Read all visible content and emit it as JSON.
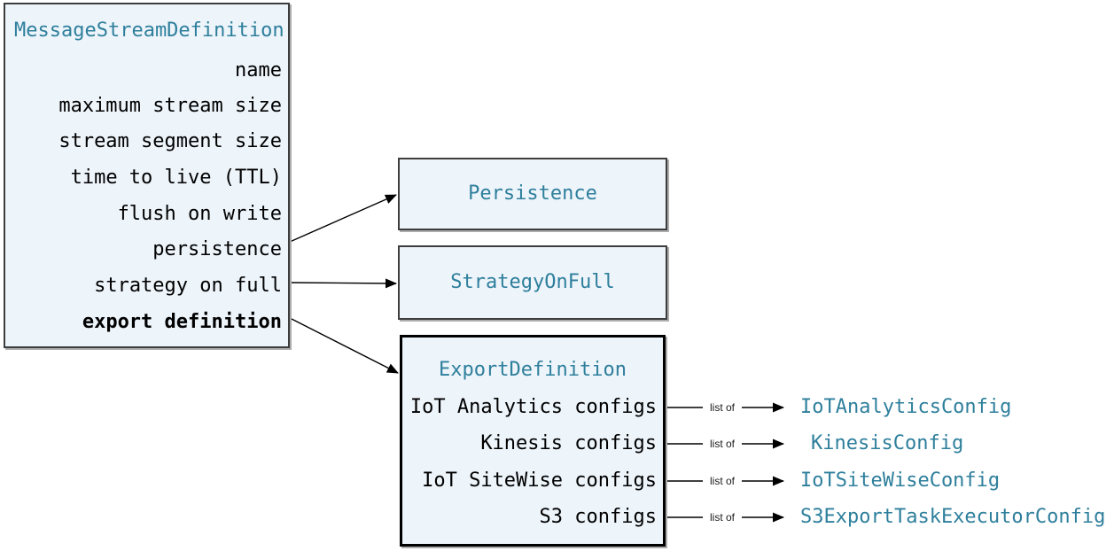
{
  "diagram": {
    "main_box": {
      "title": "MessageStreamDefinition",
      "fields": [
        {
          "label": "name",
          "bold": false
        },
        {
          "label": "maximum stream size",
          "bold": false
        },
        {
          "label": "stream segment size",
          "bold": false
        },
        {
          "label": "time to live (TTL)",
          "bold": false
        },
        {
          "label": "flush on write",
          "bold": false
        },
        {
          "label": "persistence",
          "bold": false
        },
        {
          "label": "strategy on full",
          "bold": false
        },
        {
          "label": "export definition",
          "bold": true
        }
      ]
    },
    "persistence_box": {
      "title": "Persistence"
    },
    "strategy_box": {
      "title": "StrategyOnFull"
    },
    "export_box": {
      "title": "ExportDefinition",
      "fields": [
        {
          "label": "IoT Analytics configs"
        },
        {
          "label": "Kinesis configs"
        },
        {
          "label": "IoT SiteWise configs"
        },
        {
          "label": "S3 configs"
        }
      ]
    },
    "connectors": {
      "items": [
        {
          "relation": "list of",
          "target": "IoTAnalyticsConfig"
        },
        {
          "relation": "list of",
          "target": "KinesisConfig"
        },
        {
          "relation": "list of",
          "target": "IoTSiteWiseConfig"
        },
        {
          "relation": "list of",
          "target": "S3ExportTaskExecutorConfig"
        }
      ]
    },
    "colors": {
      "accent": "#2E7F9C",
      "box_fill": "#EDF4FA",
      "thin_border": "#3D3D3D",
      "thick_border": "#000000",
      "wire": "#000000"
    }
  }
}
